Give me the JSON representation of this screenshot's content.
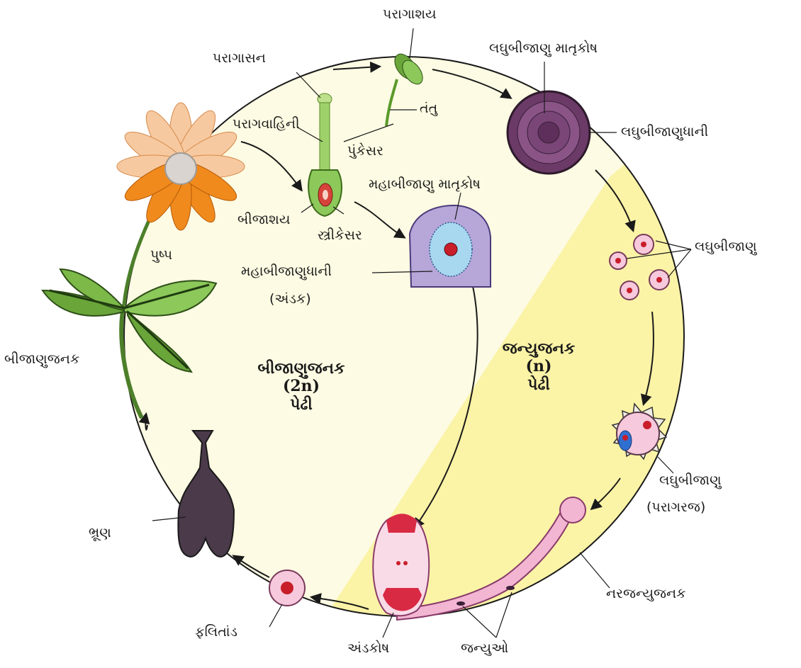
{
  "labels": {
    "paragashay": "પરાગાશય",
    "laghubijanu_matrukosh": "લઘુબીજાણુ માતૃકોષ",
    "paragasan": "પરાગાસન",
    "tantu": "તંતુ",
    "paragvahini": "પરાગવાહિની",
    "laghubijanudhani": "લઘુબીજાણુધાની",
    "punkesar": "પુંકેસર",
    "mahabijanu_matrukosh": "મહાબીજાણુ માતૃકોષ",
    "bijashay": "બીજાશય",
    "strikesar": "સ્ત્રીકેસર",
    "pushp": "પુષ્પ",
    "laghubijanu": "લઘુબીજાણુ",
    "mahabijanudhani": "મહાબીજાણુધાની",
    "andak": "(અંડક)",
    "bijanujanak": "બીજાણુજનક",
    "laghubijanu_2": "લઘુબીજાણુ",
    "paragraj": "(પરાગરજ)",
    "bhrun": "ભ્રૂણ",
    "narjanyujanak": "નરજન્યુજનક",
    "falitand": "ફલિતાંડ",
    "andkosh": "અંડકોષ",
    "janyuo": "જન્યુઓ"
  },
  "sporophyte": {
    "title": "બીજાણુજનક",
    "ploidy": "(2n)",
    "generation": "પેઢી"
  },
  "gametophyte": {
    "title": "જન્યુજનક",
    "ploidy": "(n)",
    "generation": "પેઢી"
  },
  "colors": {
    "sporophyte_bg": "#fdfbe3",
    "gametophyte_bg": "#fbf3a6",
    "leaf_green": "#6aa53a",
    "flower_orange": "#f08a1c",
    "cell_purple": "#b7a6d8",
    "cell_pink": "#f6c9dc",
    "nucleus_red": "#c81e2a",
    "tube_pink": "#f2b6d2"
  }
}
